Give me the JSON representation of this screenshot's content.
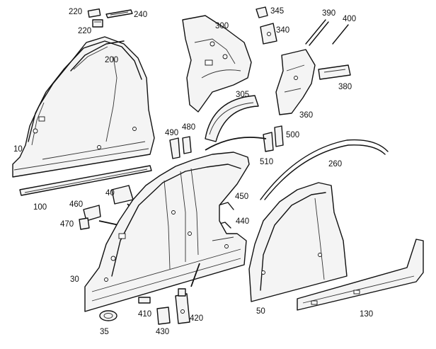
{
  "diagram": {
    "callouts": [
      {
        "id": "c220a",
        "text": "220"
      },
      {
        "id": "c240",
        "text": "240"
      },
      {
        "id": "c220b",
        "text": "220"
      },
      {
        "id": "c200",
        "text": "200"
      },
      {
        "id": "c10",
        "text": "10"
      },
      {
        "id": "c100",
        "text": "100"
      },
      {
        "id": "c300",
        "text": "300"
      },
      {
        "id": "c345",
        "text": "345"
      },
      {
        "id": "c340",
        "text": "340"
      },
      {
        "id": "c390",
        "text": "390"
      },
      {
        "id": "c400",
        "text": "400"
      },
      {
        "id": "c380",
        "text": "380"
      },
      {
        "id": "c305",
        "text": "305"
      },
      {
        "id": "c360",
        "text": "360"
      },
      {
        "id": "c490",
        "text": "490"
      },
      {
        "id": "c480",
        "text": "480"
      },
      {
        "id": "c500",
        "text": "500"
      },
      {
        "id": "c510",
        "text": "510"
      },
      {
        "id": "c260",
        "text": "260"
      },
      {
        "id": "c40",
        "text": "40"
      },
      {
        "id": "c450",
        "text": "450"
      },
      {
        "id": "c460",
        "text": "460"
      },
      {
        "id": "c470",
        "text": "470"
      },
      {
        "id": "c440",
        "text": "440"
      },
      {
        "id": "c30",
        "text": "30"
      },
      {
        "id": "c410",
        "text": "410"
      },
      {
        "id": "c420",
        "text": "420"
      },
      {
        "id": "c430",
        "text": "430"
      },
      {
        "id": "c35",
        "text": "35"
      },
      {
        "id": "c50",
        "text": "50"
      },
      {
        "id": "c130",
        "text": "130"
      }
    ]
  }
}
